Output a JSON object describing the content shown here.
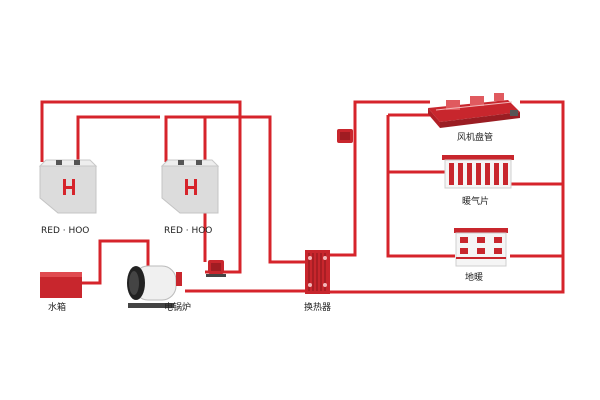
{
  "colors": {
    "pipe": "#d6242b",
    "device_red": "#c8262d",
    "unit_gray": "#dcdcdc",
    "text": "#222222"
  },
  "labels": {
    "unit_left": "RED · HOO",
    "unit_right": "RED · HOO",
    "tank": "水箱",
    "boiler": "电锅炉",
    "exchanger": "换热器",
    "fan_coil": "风机盘管",
    "radiator": "暖气片",
    "floor_heating": "地暖"
  },
  "icons": [
    "heat-unit-icon",
    "water-tank-icon",
    "electric-boiler-icon",
    "pump-icon",
    "plate-heat-exchanger-icon",
    "fan-coil-icon",
    "radiator-icon",
    "floor-heating-icon"
  ]
}
